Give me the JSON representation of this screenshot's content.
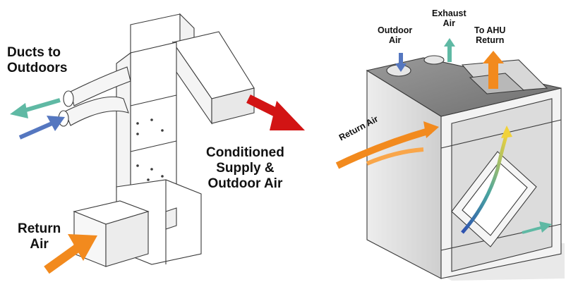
{
  "left_diagram": {
    "ducts_label_line1": "Ducts to",
    "ducts_label_line2": "Outdoors",
    "supply_label_line1": "Conditioned",
    "supply_label_line2": "Supply &",
    "supply_label_line3": "Outdoor Air",
    "return_label_line1": "Return",
    "return_label_line2": "Air"
  },
  "right_diagram": {
    "outdoor_label_line1": "Outdoor",
    "outdoor_label_line2": "Air",
    "exhaust_label_line1": "Exhaust",
    "exhaust_label_line2": "Air",
    "ahu_label_line1": "To AHU",
    "ahu_label_line2": "Return",
    "return_label": "Return Air"
  },
  "colors": {
    "supply_arrow": "#d21414",
    "return_arrow": "#f28a1e",
    "outdoor_arrow": "#5577c0",
    "exhaust_arrow": "#5fb9a4",
    "outline": "#3a3a3a"
  },
  "icons": [
    "supply-arrow-icon",
    "return-arrow-icon",
    "outdoor-arrow-icon",
    "exhaust-arrow-icon",
    "ahu-return-arrow-icon"
  ]
}
